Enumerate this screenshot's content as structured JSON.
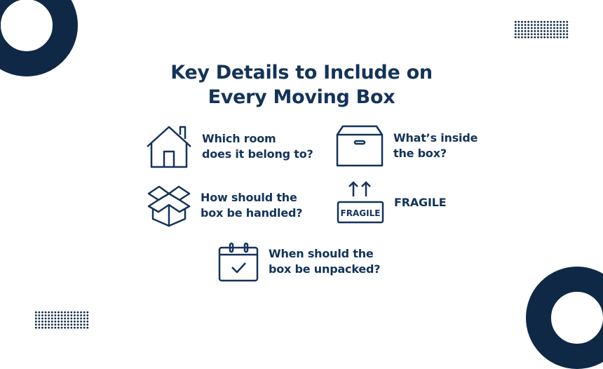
{
  "title_line1": "Key Details to Include on",
  "title_line2": "Every Moving Box",
  "items": [
    {
      "icon": "house-icon",
      "label": "Which room\ndoes it belong to?"
    },
    {
      "icon": "closed-box-icon",
      "label": "What’s inside\nthe box?"
    },
    {
      "icon": "open-box-icon",
      "label": "How should the\nbox be handled?"
    },
    {
      "icon": "fragile-label-icon",
      "label": "FRAGILE",
      "icon_text": "FRAGILE"
    },
    {
      "icon": "calendar-check-icon",
      "label": "When should the\nbox be unpacked?"
    }
  ],
  "colors": {
    "primary": "#0f2846",
    "text": "#13335a"
  }
}
